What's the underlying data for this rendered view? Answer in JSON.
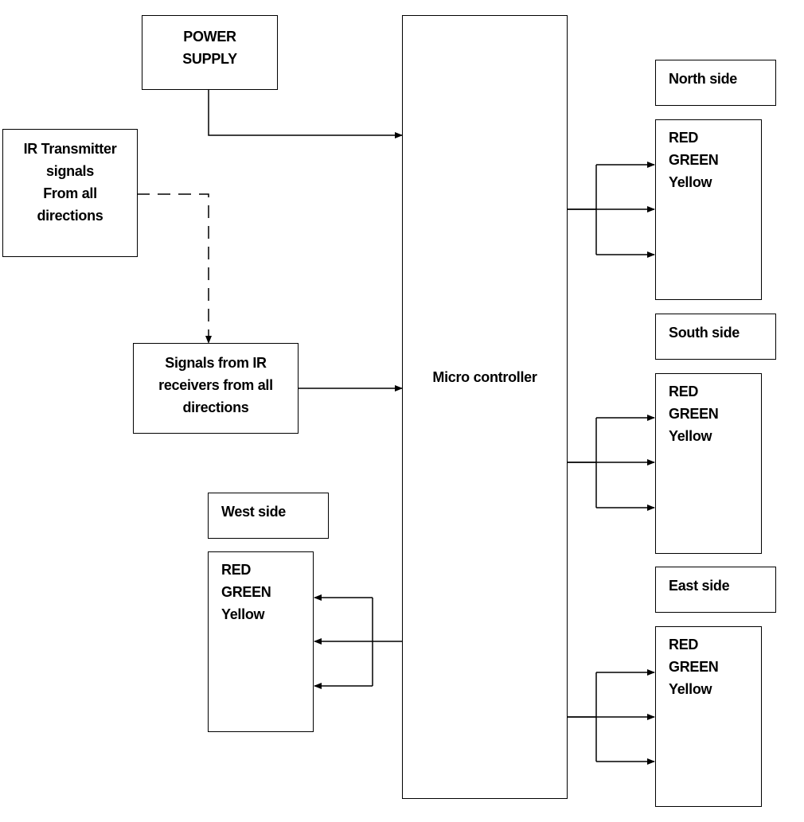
{
  "power_supply": {
    "lines": [
      "POWER",
      "SUPPLY"
    ]
  },
  "ir_transmitter": {
    "lines": [
      "IR Transmitter",
      "signals",
      "From all",
      "directions"
    ]
  },
  "ir_receivers": {
    "lines": [
      "Signals from IR",
      "receivers from all",
      "directions"
    ]
  },
  "microcontroller": {
    "label": "Micro controller"
  },
  "north": {
    "label": "North side",
    "lights": [
      "RED",
      "GREEN",
      "Yellow"
    ]
  },
  "south": {
    "label": "South side",
    "lights": [
      "RED",
      "GREEN",
      "Yellow"
    ]
  },
  "east": {
    "label": "East side",
    "lights": [
      "RED",
      "GREEN",
      "Yellow"
    ]
  },
  "west": {
    "label": "West side",
    "lights": [
      "RED",
      "GREEN",
      "Yellow"
    ]
  },
  "colors": {
    "stroke": "#000000",
    "background": "#ffffff"
  }
}
